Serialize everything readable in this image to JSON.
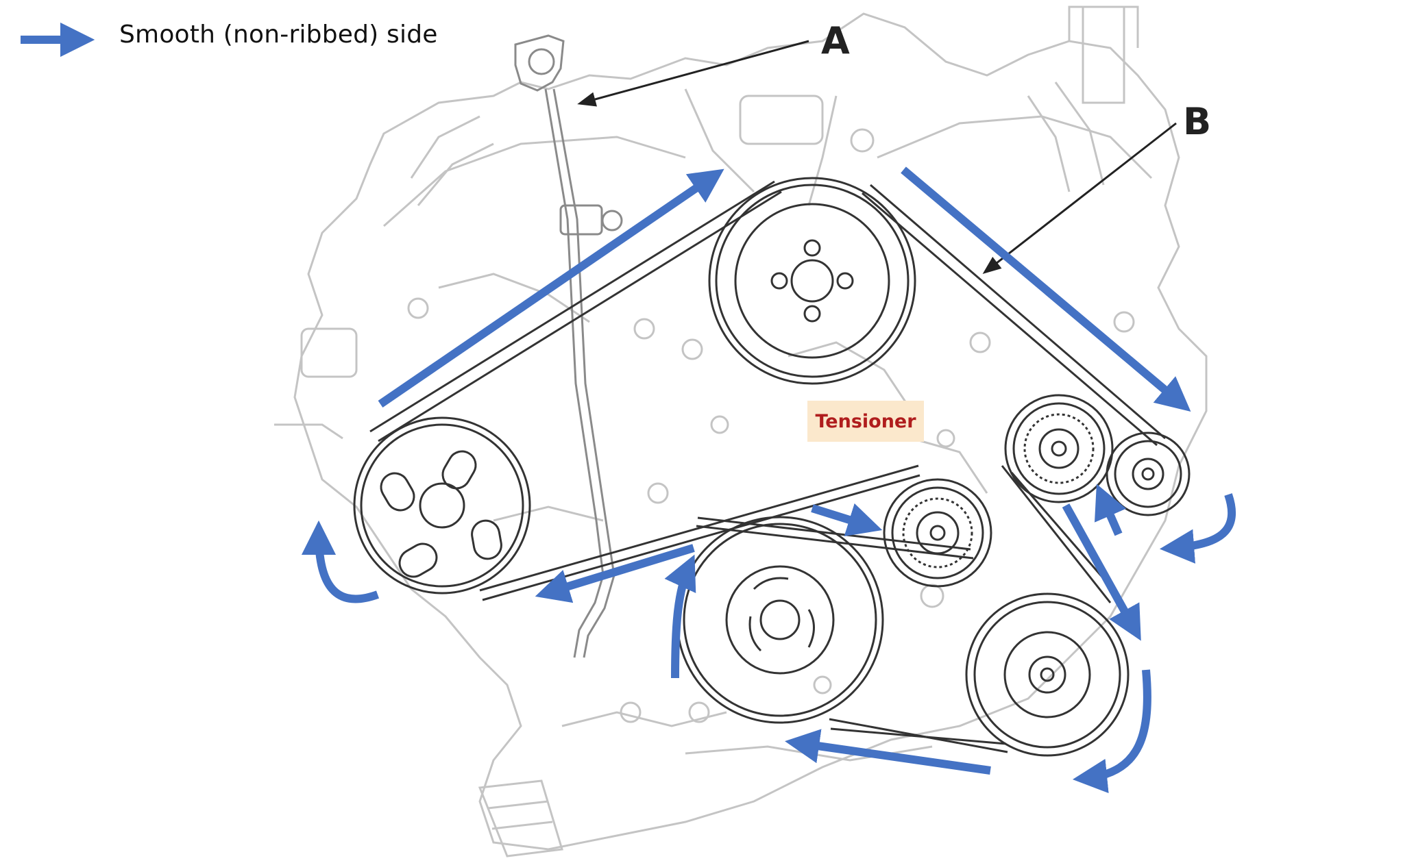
{
  "legend": {
    "label": "Smooth (non-ribbed) side",
    "arrow_color": "#4472c4"
  },
  "callouts": {
    "a": "A",
    "b": "B"
  },
  "tensioner_label": "Tensioner",
  "colors": {
    "arrow": "#4472c4",
    "belt": "#333333",
    "engine_lines": "#c4c4c4",
    "label_bg": "#fbe8cc",
    "label_text": "#b01d1d"
  }
}
